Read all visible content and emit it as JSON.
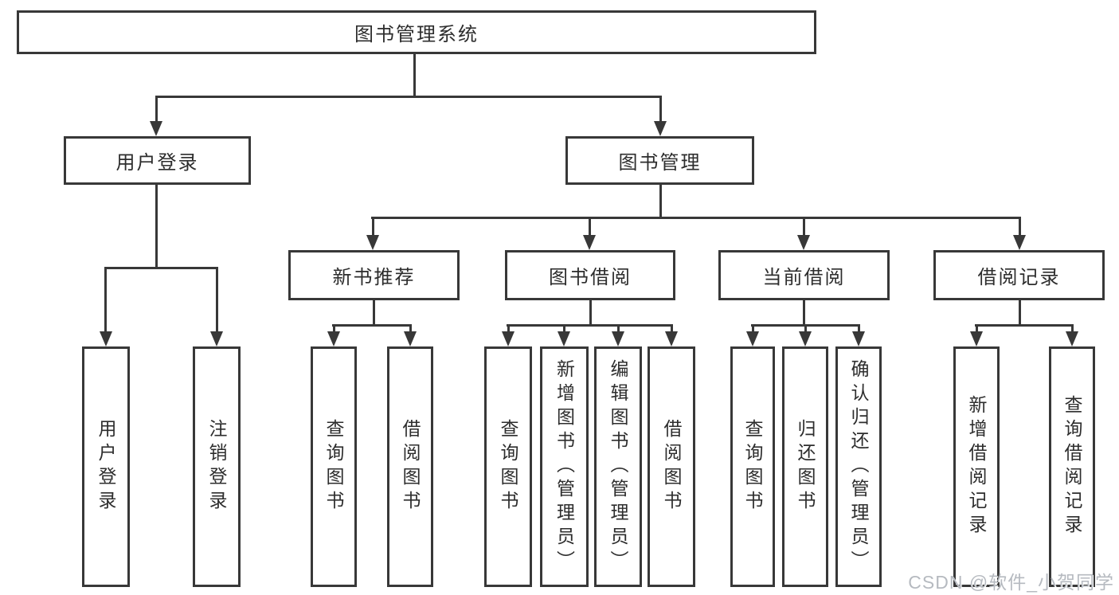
{
  "diagram": {
    "nodes": {
      "root": "图书管理系统",
      "level2": [
        "用户登录",
        "图书管理"
      ],
      "level3": [
        "新书推荐",
        "图书借阅",
        "当前借阅",
        "借阅记录"
      ],
      "leaves_user_login": [
        "用户登录",
        "注销登录"
      ],
      "leaves_new_book": [
        "查询图书",
        "借阅图书"
      ],
      "leaves_book_borrow": [
        "查询图书",
        "新增图书（管理员）",
        "编辑图书（管理员）",
        "借阅图书"
      ],
      "leaves_current_borrow": [
        "查询图书",
        "归还图书",
        "确认归还（管理员）"
      ],
      "leaves_borrow_records": [
        "新增借阅记录",
        "查询借阅记录"
      ]
    },
    "colors": {
      "line": "#383838",
      "text": "#2d2d2d",
      "background": "#ffffff",
      "watermark": "#b6bac0"
    }
  },
  "watermark": {
    "text": "CSDN @软件_小贺同学"
  }
}
